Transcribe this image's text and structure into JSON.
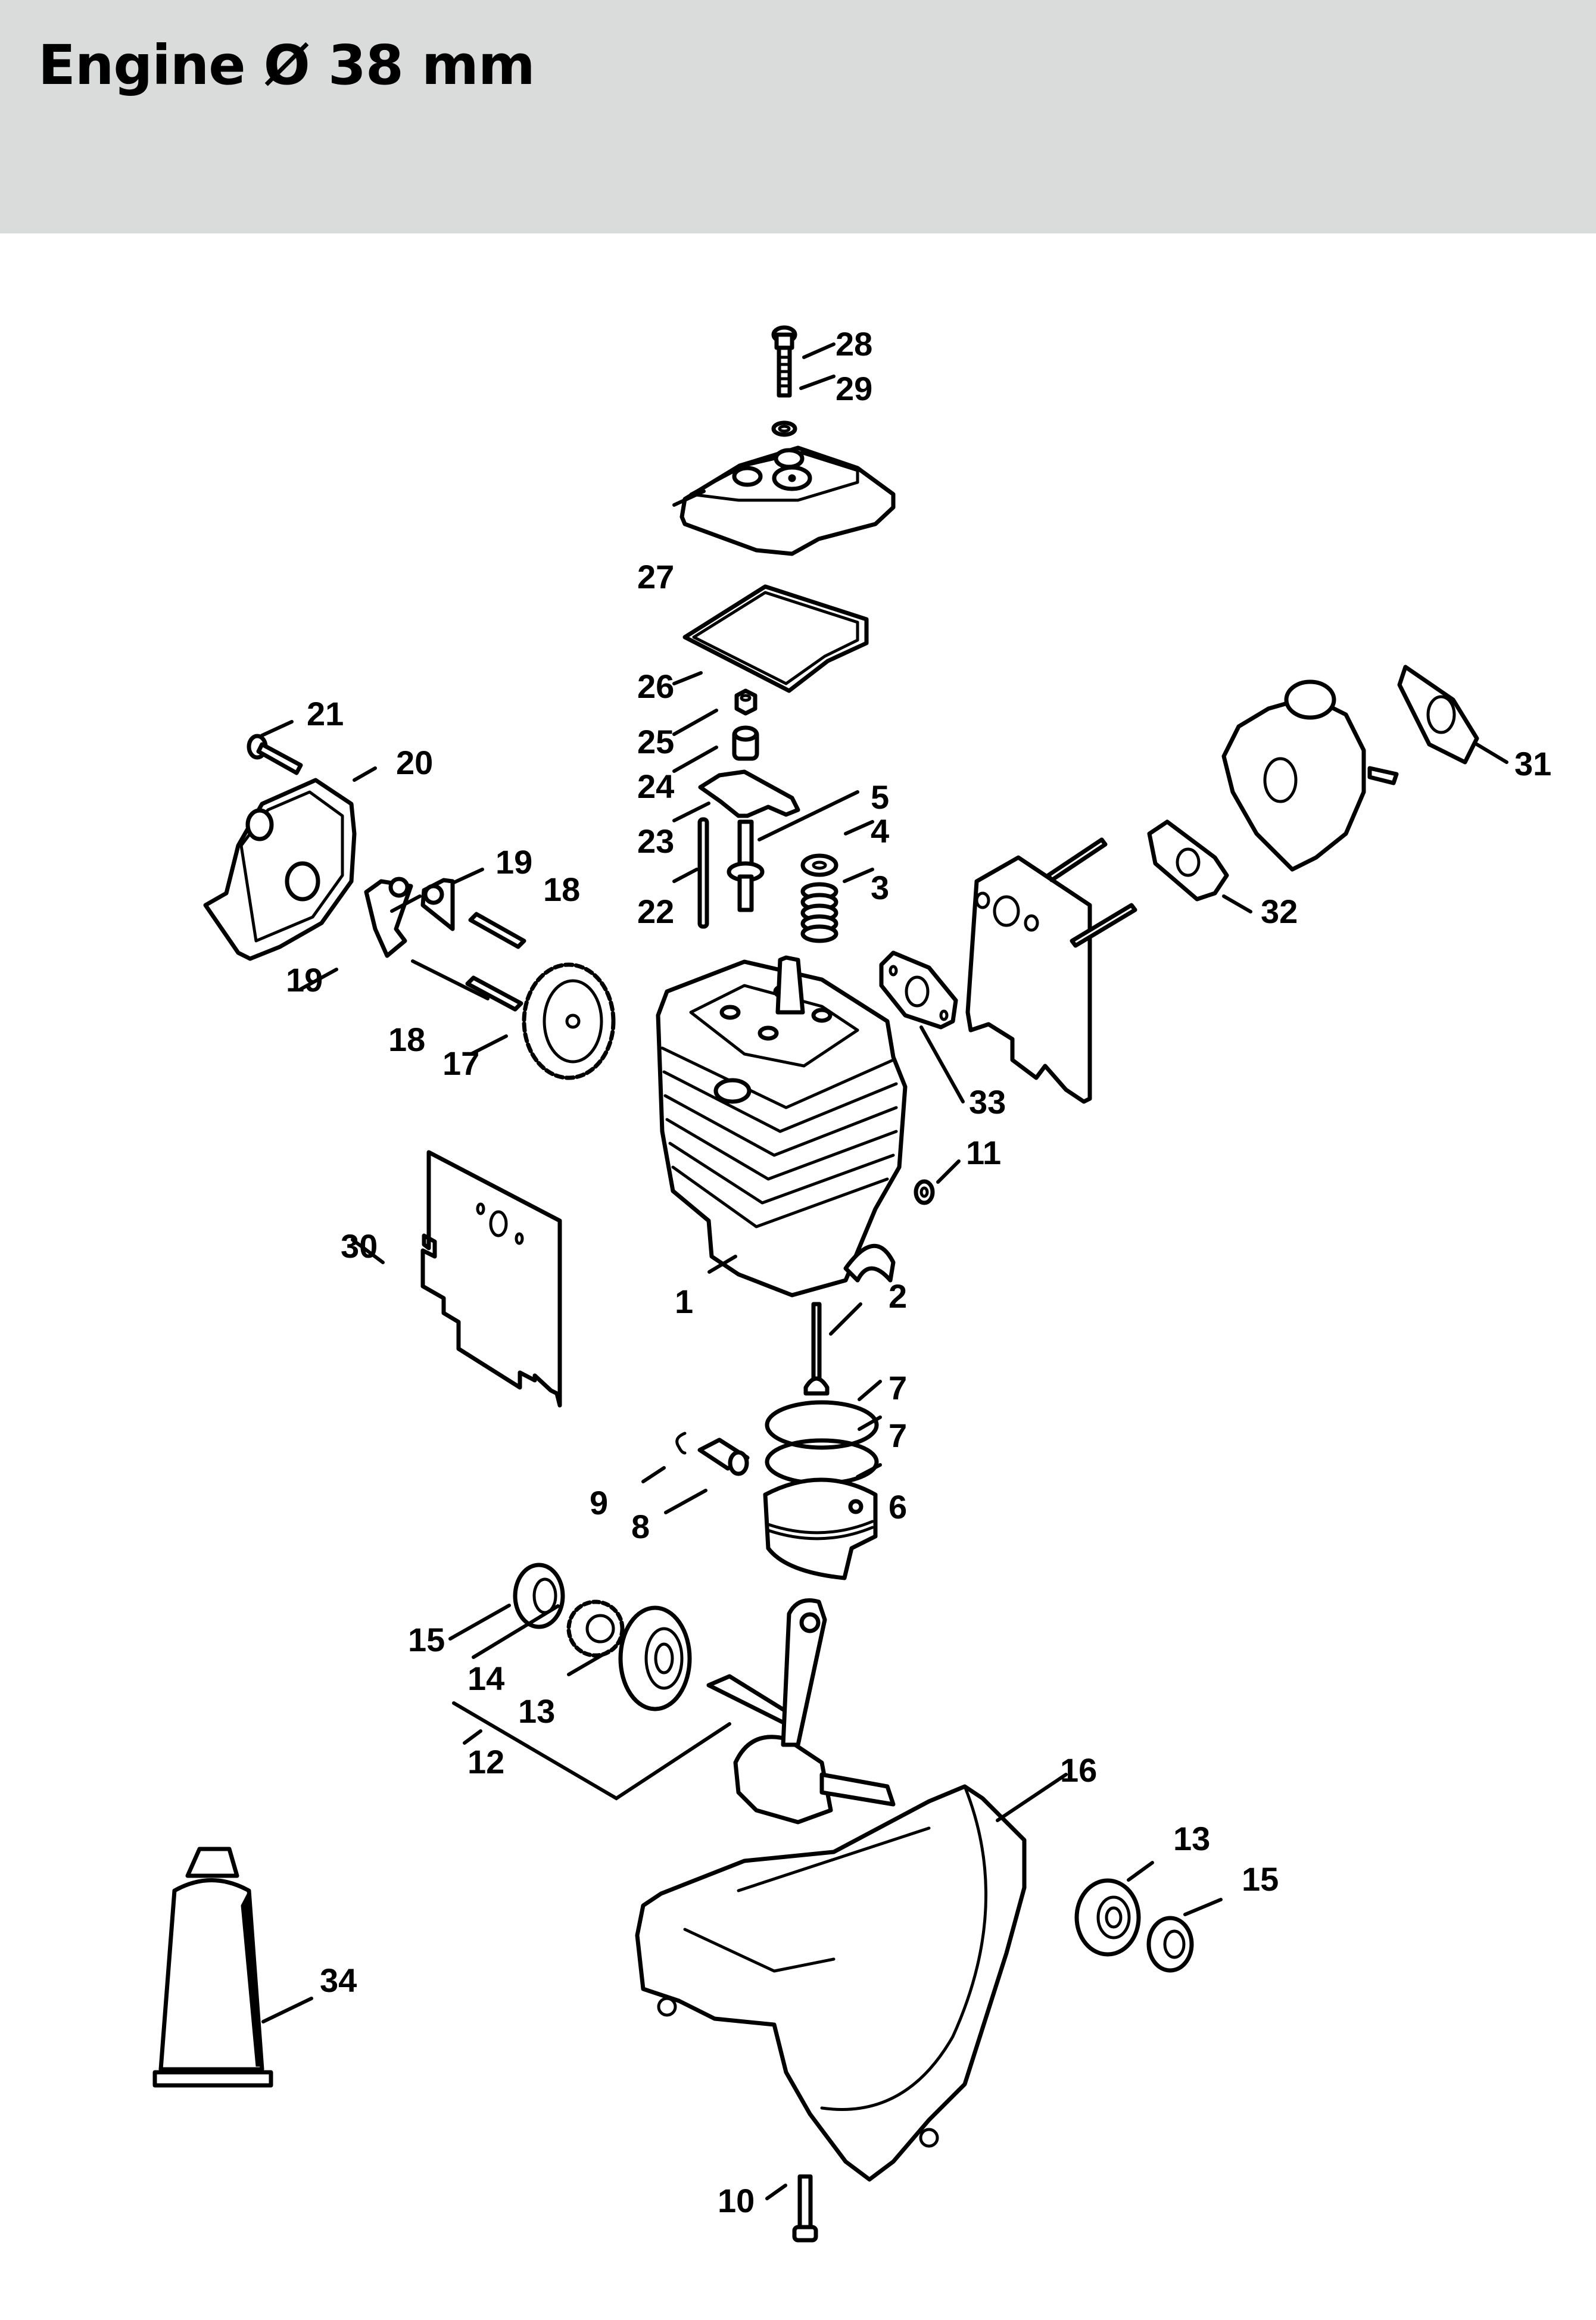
{
  "header": {
    "title": "Engine Ø 38 mm"
  },
  "callouts": [
    {
      "id": "c28",
      "label": "28"
    },
    {
      "id": "c29",
      "label": "29"
    },
    {
      "id": "c27",
      "label": "27"
    },
    {
      "id": "c26",
      "label": "26"
    },
    {
      "id": "c25",
      "label": "25"
    },
    {
      "id": "c24",
      "label": "24"
    },
    {
      "id": "c23",
      "label": "23"
    },
    {
      "id": "c22",
      "label": "22"
    },
    {
      "id": "c5",
      "label": "5"
    },
    {
      "id": "c4",
      "label": "4"
    },
    {
      "id": "c3",
      "label": "3"
    },
    {
      "id": "c21",
      "label": "21"
    },
    {
      "id": "c20",
      "label": "20"
    },
    {
      "id": "c19a",
      "label": "19"
    },
    {
      "id": "c19b",
      "label": "19"
    },
    {
      "id": "c18a",
      "label": "18"
    },
    {
      "id": "c18b",
      "label": "18"
    },
    {
      "id": "c17",
      "label": "17"
    },
    {
      "id": "c31",
      "label": "31"
    },
    {
      "id": "c32",
      "label": "32"
    },
    {
      "id": "c33",
      "label": "33"
    },
    {
      "id": "c11",
      "label": "11"
    },
    {
      "id": "c30",
      "label": "30"
    },
    {
      "id": "c1",
      "label": "1"
    },
    {
      "id": "c2",
      "label": "2"
    },
    {
      "id": "c7a",
      "label": "7"
    },
    {
      "id": "c7b",
      "label": "7"
    },
    {
      "id": "c6",
      "label": "6"
    },
    {
      "id": "c9",
      "label": "9"
    },
    {
      "id": "c8",
      "label": "8"
    },
    {
      "id": "c15a",
      "label": "15"
    },
    {
      "id": "c14",
      "label": "14"
    },
    {
      "id": "c13a",
      "label": "13"
    },
    {
      "id": "c12",
      "label": "12"
    },
    {
      "id": "c16",
      "label": "16"
    },
    {
      "id": "c13b",
      "label": "13"
    },
    {
      "id": "c15b",
      "label": "15"
    },
    {
      "id": "c34",
      "label": "34"
    },
    {
      "id": "c10",
      "label": "10"
    }
  ]
}
